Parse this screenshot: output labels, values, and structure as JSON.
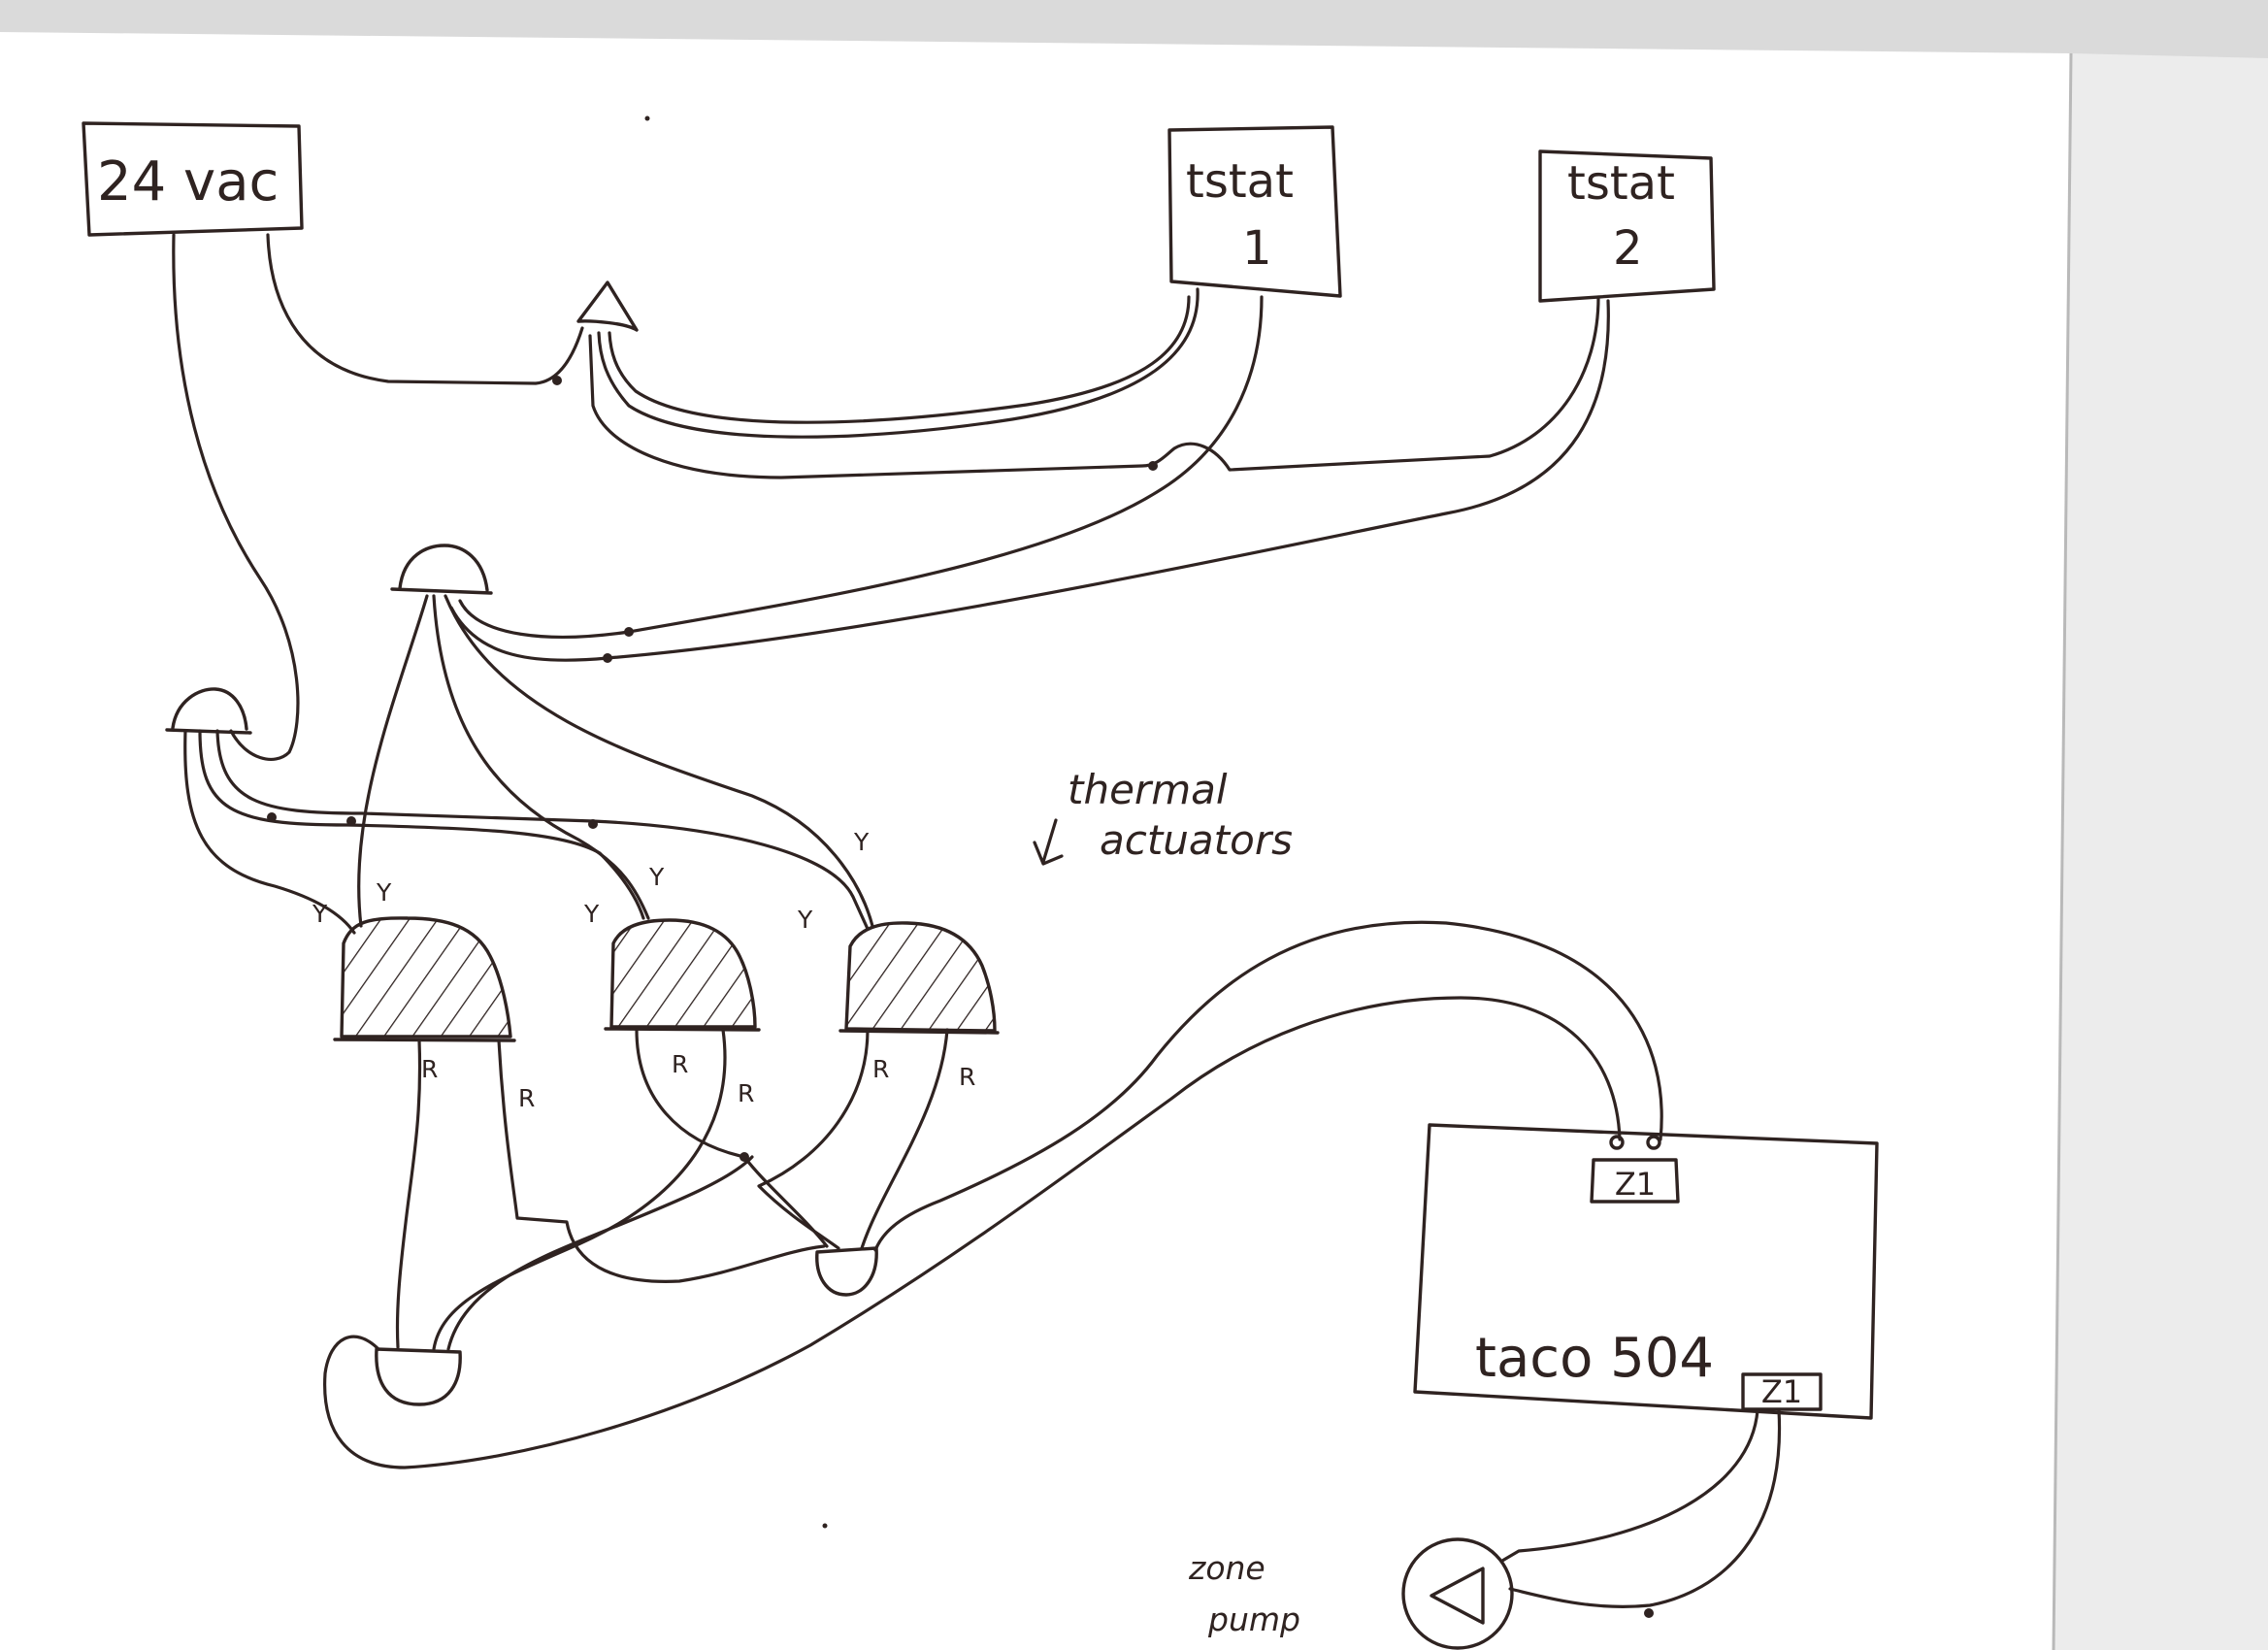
{
  "diagram": {
    "power_supply": {
      "label": "24 vac"
    },
    "thermostats": [
      {
        "label": "tstat",
        "number": "1"
      },
      {
        "label": "tstat",
        "number": "2"
      }
    ],
    "annotation": {
      "line1": "thermal",
      "line2": "actuators"
    },
    "wire_labels": {
      "y": [
        "Y",
        "Y",
        "Y",
        "Y",
        "Y",
        "Y"
      ],
      "r": [
        "R",
        "R",
        "R",
        "R",
        "R",
        "R"
      ]
    },
    "controller": {
      "label": "taco 504",
      "terminals": [
        "Z1",
        "Z1"
      ]
    },
    "pump": {
      "label_line1": "zone",
      "label_line2": "pump",
      "icon": "pump-triangle-icon"
    }
  },
  "colors": {
    "ink": "#2f2321",
    "paper": "#ffffff",
    "scanner_background": "#dadada"
  }
}
